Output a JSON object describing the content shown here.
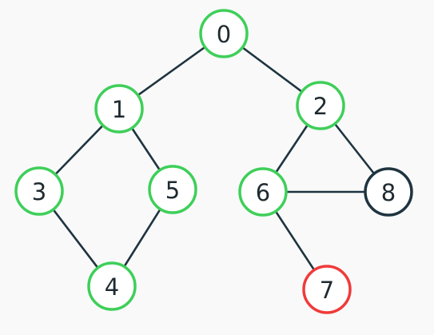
{
  "graph": {
    "nodes": [
      {
        "id": "0",
        "label": "0",
        "status": "visited"
      },
      {
        "id": "1",
        "label": "1",
        "status": "visited"
      },
      {
        "id": "2",
        "label": "2",
        "status": "visited"
      },
      {
        "id": "3",
        "label": "3",
        "status": "visited"
      },
      {
        "id": "5",
        "label": "5",
        "status": "visited"
      },
      {
        "id": "6",
        "label": "6",
        "status": "visited"
      },
      {
        "id": "8",
        "label": "8",
        "status": "unvisited"
      },
      {
        "id": "4",
        "label": "4",
        "status": "visited"
      },
      {
        "id": "7",
        "label": "7",
        "status": "target"
      }
    ],
    "edges": [
      [
        "0",
        "1"
      ],
      [
        "0",
        "2"
      ],
      [
        "1",
        "3"
      ],
      [
        "1",
        "5"
      ],
      [
        "3",
        "4"
      ],
      [
        "5",
        "4"
      ],
      [
        "2",
        "6"
      ],
      [
        "2",
        "8"
      ],
      [
        "6",
        "8"
      ],
      [
        "6",
        "7"
      ]
    ]
  },
  "colors": {
    "background": "#f9f9f9",
    "node_fill": "#ffffff",
    "visited": "#3ecf59",
    "unvisited": "#1e3440",
    "target": "#f03a3a",
    "edge": "#1e3440",
    "label": "#1e2a30"
  }
}
